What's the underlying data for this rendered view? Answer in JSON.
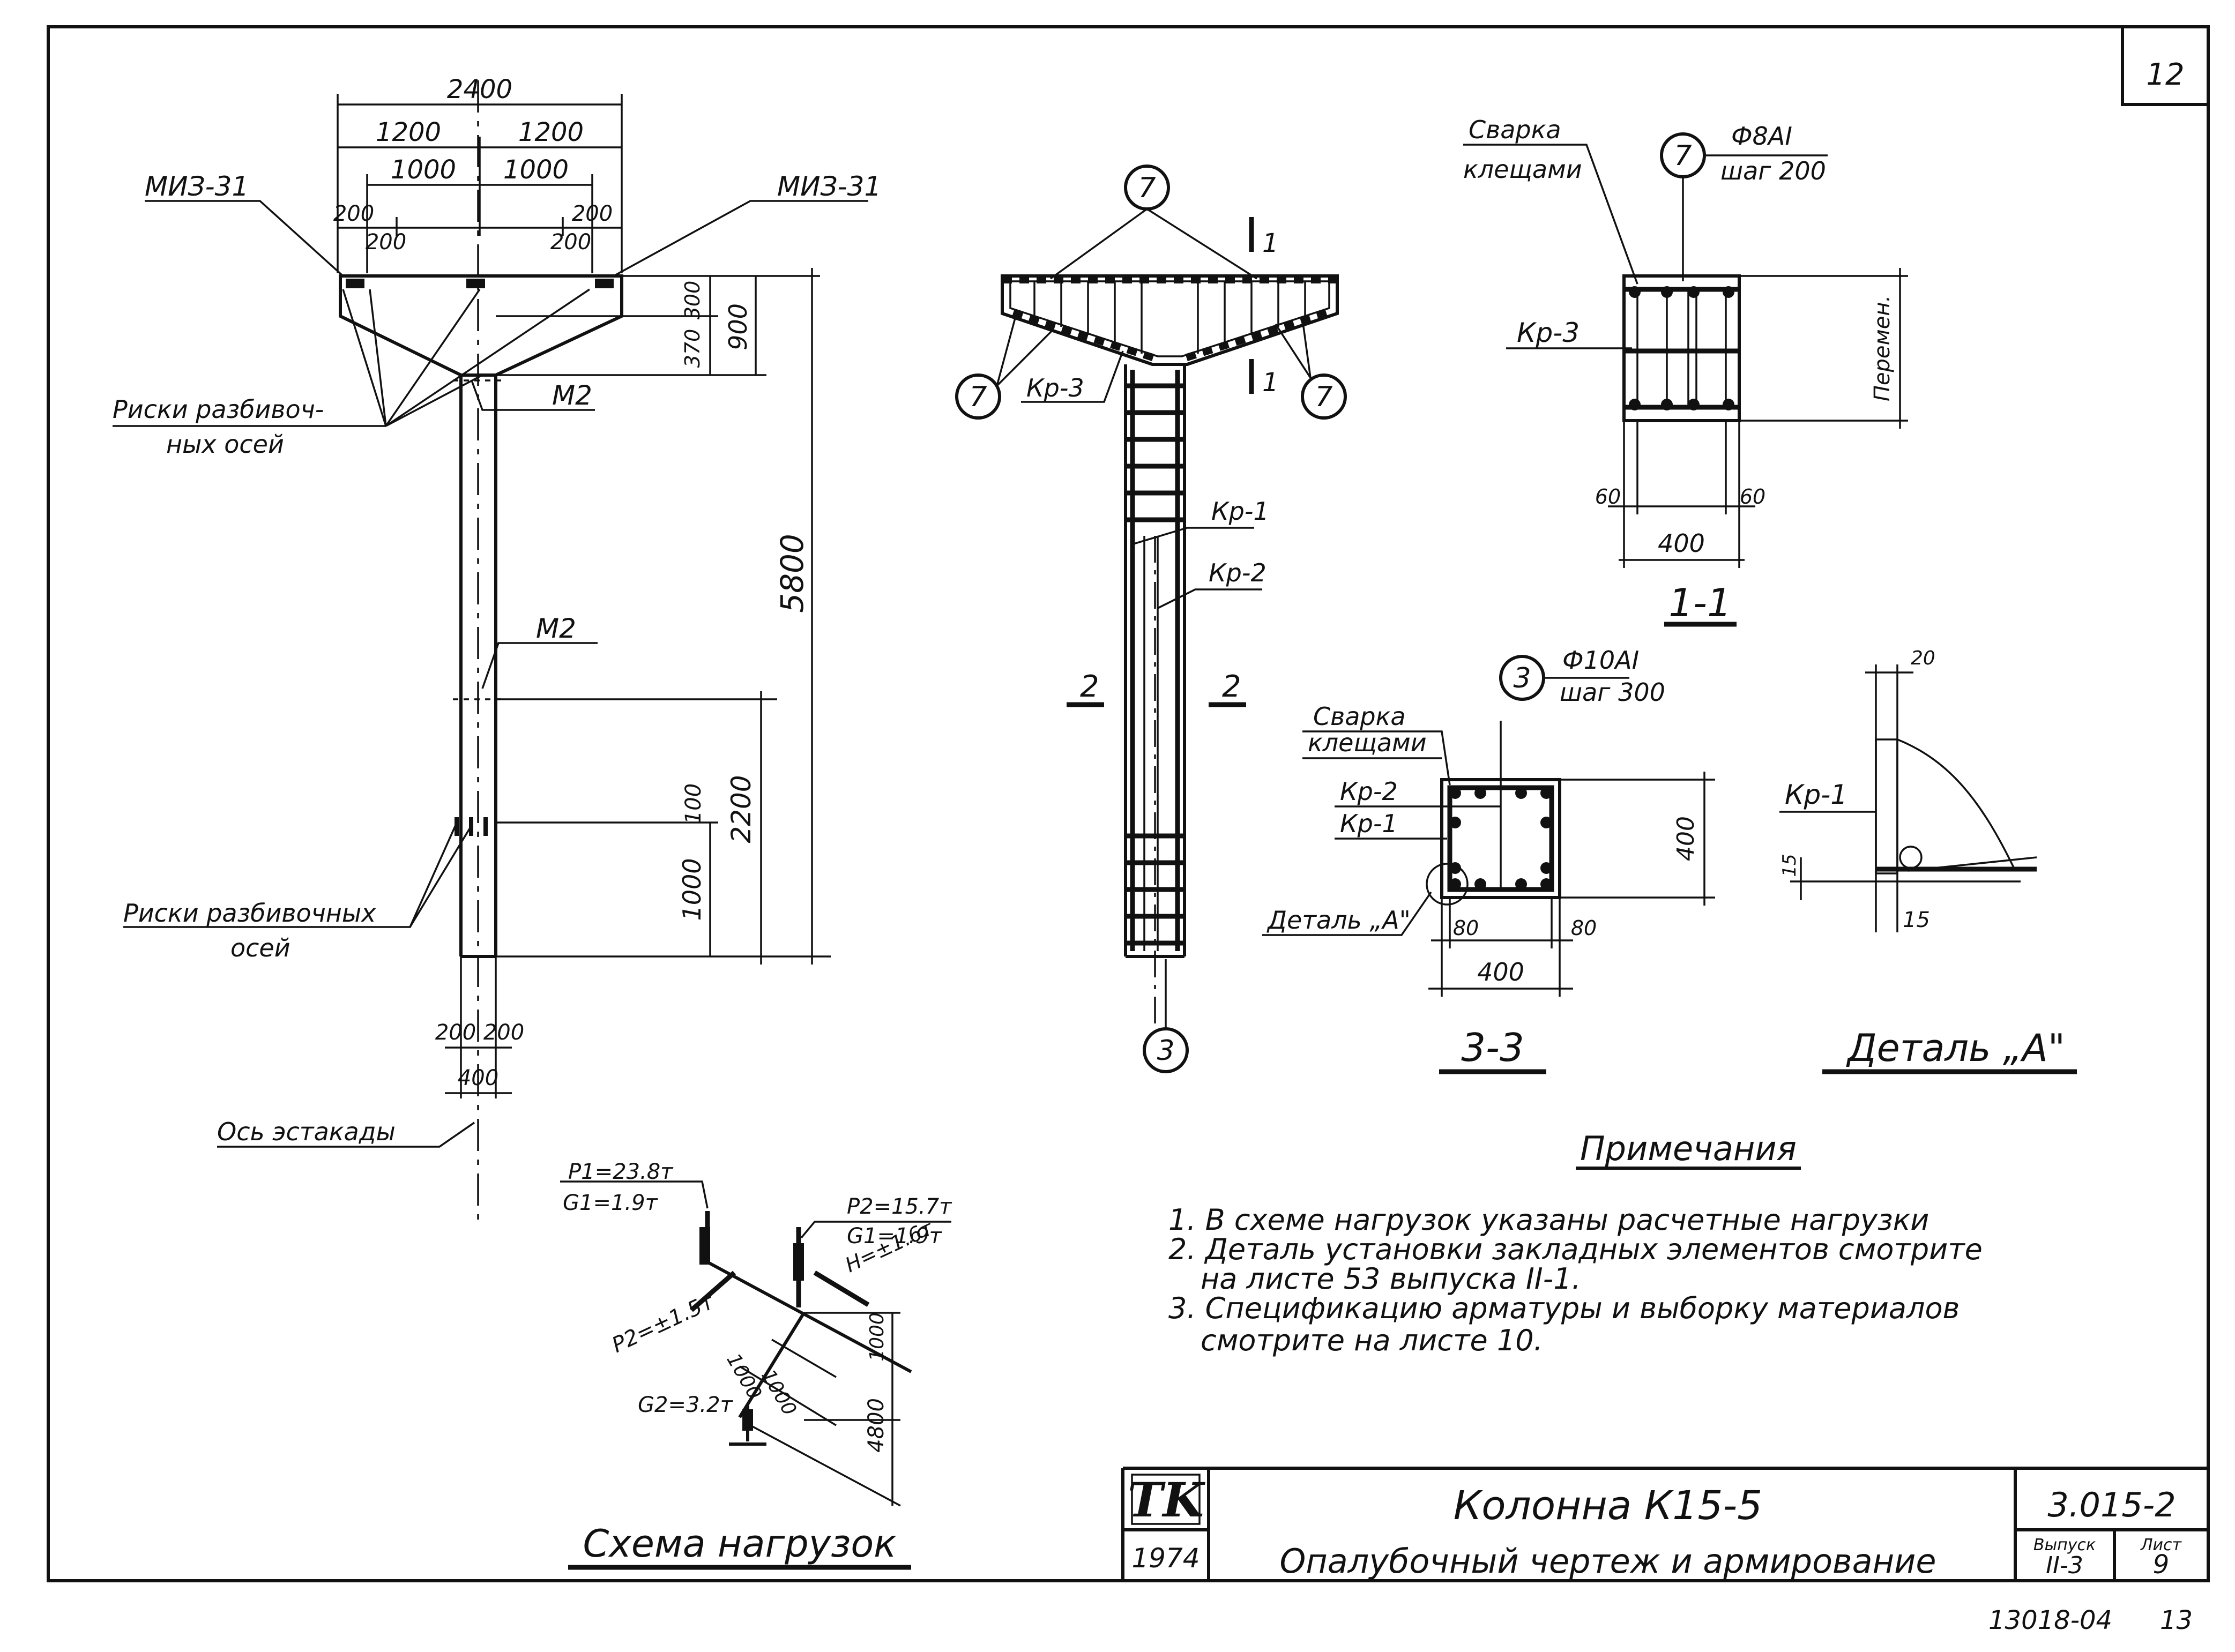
{
  "sheet": {
    "page_number": "12",
    "archive_code": "13018-04",
    "archive_suffix": "13"
  },
  "title_block": {
    "logo": "TK",
    "year": "1974",
    "title": "Колонна К15-5",
    "subtitle": "Опалубочный чертеж и армирование",
    "series_code": "3.015-2",
    "issue_label": "Выпуск",
    "issue_value": "II-3",
    "sheet_label": "Лист",
    "sheet_value": "9"
  },
  "column_view": {
    "dims": {
      "d2400": "2400",
      "d1200": "1200",
      "d1000": "1000",
      "d200": "200",
      "d300": "300",
      "d370": "370",
      "d900": "900",
      "d5800": "5800",
      "d2200": "2200",
      "d100": "100",
      "d400": "400"
    },
    "labels": {
      "embed": "МИЗ-31",
      "marks_top_1": "Риски разбивоч-",
      "marks_top_2": "ных осей",
      "m2": "М2",
      "marks_bottom_1": "Риски разбивочных",
      "marks_bottom_2": "осей",
      "trestle_axis": "Ось эстакады"
    }
  },
  "reinforcement_view": {
    "bar_7": "7",
    "bar_3": "3",
    "kr1": "Кр-1",
    "kr2": "Кр-2",
    "kr3": "Кр-3",
    "cut_1": "1",
    "cut_2": "2"
  },
  "section_1_1": {
    "title": "1-1",
    "callout": "7",
    "bar_spec": "Ф8АI",
    "bar_step": "шаг 200",
    "weld_1": "Сварка",
    "weld_2": "клещами",
    "kr3": "Кр-3",
    "height": "Перемен.",
    "cover": "60",
    "width": "400"
  },
  "section_3_3": {
    "title": "3-3",
    "callout": "3",
    "bar_spec": "Ф10АI",
    "bar_step": "шаг 300",
    "weld_1": "Сварка",
    "weld_2": "клещами",
    "kr1": "Кр-1",
    "kr2": "Кр-2",
    "detail_ref": "Деталь „А\"",
    "height": "400",
    "cover": "80",
    "width": "400"
  },
  "detail_a": {
    "title": "Деталь „А\"",
    "kr1": "Кр-1",
    "dim_20": "20",
    "dim_15": "15"
  },
  "load_scheme": {
    "title": "Схема нагрузок",
    "p1": "P1=23.8т",
    "g1_left": "G1=1.9т",
    "p2": "P2=15.7т",
    "g1_right": "G1=1.9т",
    "h_right": "H=±1.6т",
    "h_left": "P2=±1.5т",
    "g2": "G2=3.2т",
    "dim_1000": "1000",
    "dim_4800": "4800"
  },
  "notes": {
    "title": "Примечания",
    "items": [
      "1. В схеме нагрузок указаны расчетные нагрузки",
      "2. Деталь установки закладных элементов смотрите",
      "на листе 53 выпуска II-1.",
      "3. Спецификацию арматуры и выборку материалов",
      "смотрите на листе 10."
    ]
  }
}
